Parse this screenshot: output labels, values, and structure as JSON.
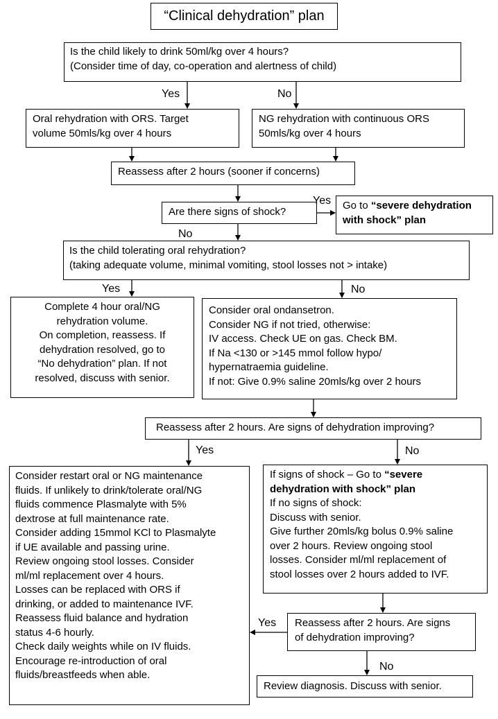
{
  "title": "“Clinical dehydration” plan",
  "q1": {
    "line1": "Is the child likely to drink 50ml/kg over 4 hours?",
    "line2": "(Consider time of day, co-operation and alertness of child)"
  },
  "yes_label": "Yes",
  "no_label": "No",
  "oral_box": [
    "Oral rehydration with ORS. Target",
    "volume 50mls/kg over 4 hours"
  ],
  "ng_box": [
    "NG rehydration with continuous ORS",
    "50mls/kg over 4 hours"
  ],
  "reassess1": "Reassess after 2 hours (sooner if concerns)",
  "shock_q": "Are there signs of shock?",
  "severe_box": {
    "pre": "Go to ",
    "bold1": "“severe dehydration",
    "bold2": "with shock” plan"
  },
  "tolerating_q": {
    "line1": "Is the child tolerating oral rehydration?",
    "line2": "(taking adequate volume, minimal vomiting, stool losses not > intake)"
  },
  "complete_box": [
    "Complete 4 hour oral/NG",
    "rehydration volume.",
    "On completion, reassess. If",
    "dehydration resolved, go to",
    "“No dehydration” plan. If not",
    "resolved, discuss with senior."
  ],
  "consider_box": [
    "Consider oral ondansetron.",
    "Consider NG if not tried, otherwise:",
    "IV access. Check UE on gas. Check BM.",
    "If Na <130 or >145 mmol follow hypo/",
    "hypernatraemia guideline.",
    "If not: Give 0.9% saline 20mls/kg over 2 hours"
  ],
  "reassess2": "Reassess after 2 hours. Are signs of dehydration improving?",
  "maintenance_box": [
    "Consider restart oral or NG maintenance",
    "fluids. If unlikely to drink/tolerate oral/NG",
    "fluids commence Plasmalyte with 5%",
    "dextrose at full maintenance rate.",
    "Consider adding 15mmol KCl to Plasmalyte",
    "if UE available and passing urine.",
    "Review ongoing stool losses.  Consider",
    "ml/ml replacement over 4 hours.",
    "Losses can be replaced with ORS if",
    "drinking, or added to maintenance IVF.",
    "Reassess fluid balance and hydration",
    "status 4-6 hourly.",
    "Check daily weights while on IV fluids.",
    "Encourage re-introduction of oral",
    "fluids/breastfeeds when able."
  ],
  "shock_box": {
    "line1_pre": "If signs of shock – Go to ",
    "line1_bold": "“severe",
    "line2_bold": "dehydration with shock” plan",
    "rest": [
      "If no signs of shock:",
      "Discuss with senior.",
      "Give further 20mls/kg bolus 0.9% saline",
      "over 2 hours. Review ongoing stool",
      "losses. Consider ml/ml replacement of",
      "stool losses over 2 hours added to IVF."
    ]
  },
  "reassess3": [
    "Reassess after 2 hours. Are signs",
    "of dehydration improving?"
  ],
  "review_box": "Review diagnosis. Discuss with senior."
}
